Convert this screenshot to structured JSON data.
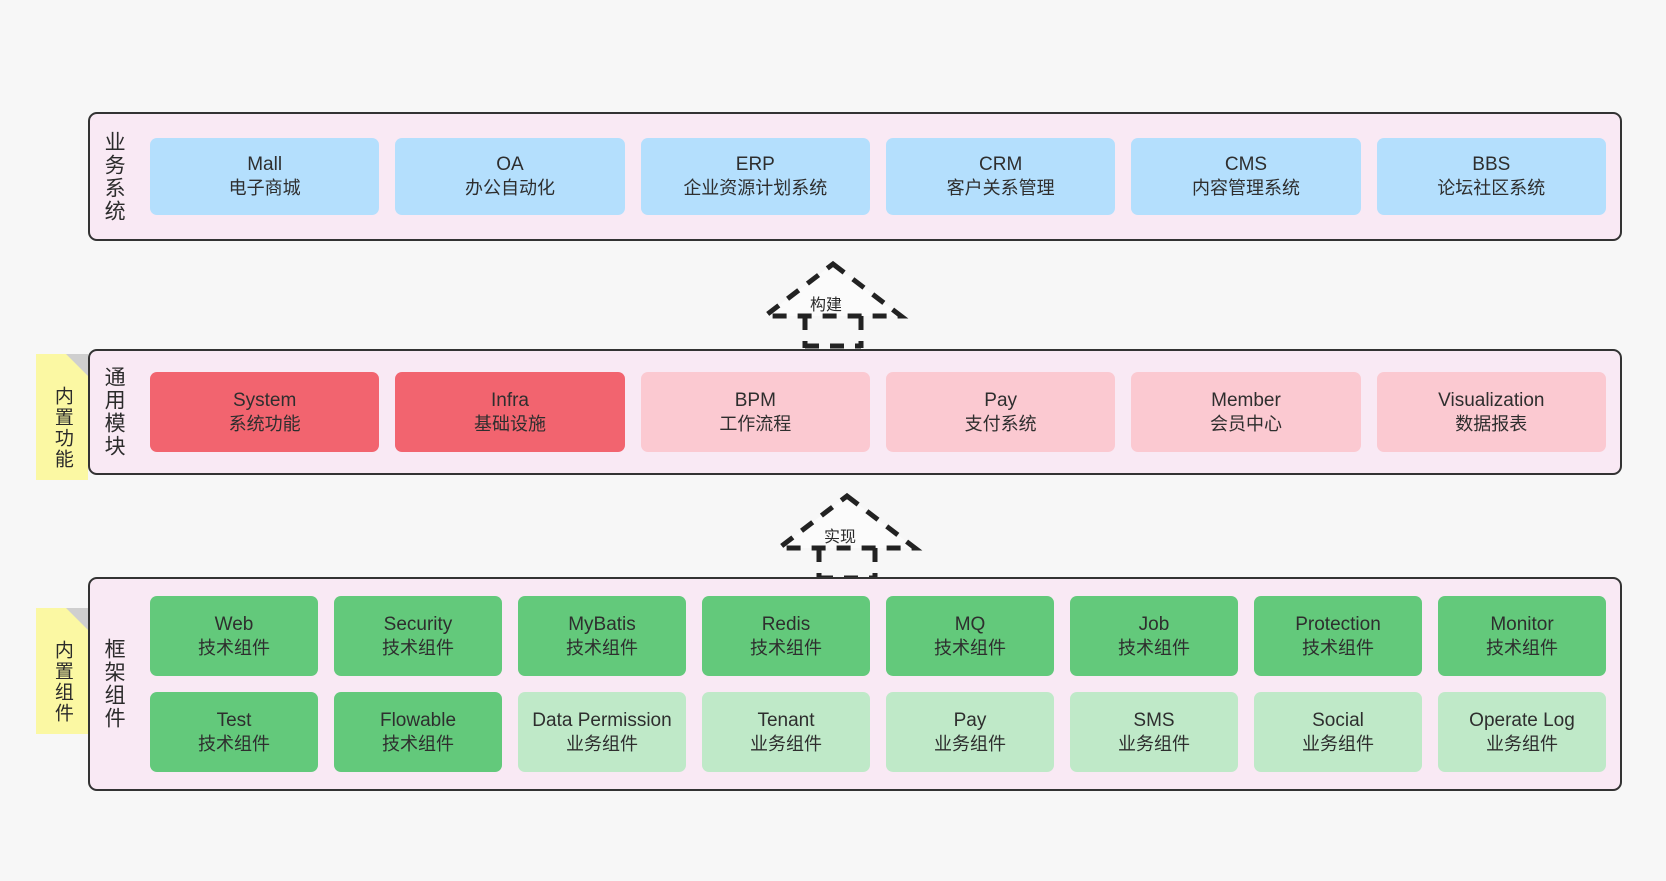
{
  "diagram": {
    "title": "",
    "background_color": "#f7f7f7",
    "container_color": "#f9e9f4",
    "container_border_color": "#333333"
  },
  "layers": [
    {
      "id": "business",
      "label": "业务系统",
      "card_color": "#b4dffd",
      "rows": [
        {
          "cards": [
            {
              "name": "Mall",
              "desc": "电子商城"
            },
            {
              "name": "OA",
              "desc": "办公自动化"
            },
            {
              "name": "ERP",
              "desc": "企业资源计划系统"
            },
            {
              "name": "CRM",
              "desc": "客户关系管理"
            },
            {
              "name": "CMS",
              "desc": "内容管理系统"
            },
            {
              "name": "BBS",
              "desc": "论坛社区系统"
            }
          ]
        }
      ]
    },
    {
      "id": "common",
      "label": "通用模块",
      "note": "内置功能",
      "card_color_primary": "#f2646f",
      "card_color_secondary": "#fbc9d1",
      "rows": [
        {
          "cards": [
            {
              "name": "System",
              "desc": "系统功能",
              "tone": "red"
            },
            {
              "name": "Infra",
              "desc": "基础设施",
              "tone": "red"
            },
            {
              "name": "BPM",
              "desc": "工作流程",
              "tone": "pink"
            },
            {
              "name": "Pay",
              "desc": "支付系统",
              "tone": "pink"
            },
            {
              "name": "Member",
              "desc": "会员中心",
              "tone": "pink"
            },
            {
              "name": "Visualization",
              "desc": "数据报表",
              "tone": "pink"
            }
          ]
        }
      ]
    },
    {
      "id": "framework",
      "label": "框架组件",
      "note": "内置组件",
      "card_color_primary": "#63c97b",
      "card_color_secondary": "#bfe9c8",
      "rows": [
        {
          "cards": [
            {
              "name": "Web",
              "desc": "技术组件",
              "tone": "green"
            },
            {
              "name": "Security",
              "desc": "技术组件",
              "tone": "green"
            },
            {
              "name": "MyBatis",
              "desc": "技术组件",
              "tone": "green"
            },
            {
              "name": "Redis",
              "desc": "技术组件",
              "tone": "green"
            },
            {
              "name": "MQ",
              "desc": "技术组件",
              "tone": "green"
            },
            {
              "name": "Job",
              "desc": "技术组件",
              "tone": "green"
            },
            {
              "name": "Protection",
              "desc": "技术组件",
              "tone": "green"
            },
            {
              "name": "Monitor",
              "desc": "技术组件",
              "tone": "green"
            }
          ]
        },
        {
          "cards": [
            {
              "name": "Test",
              "desc": "技术组件",
              "tone": "green"
            },
            {
              "name": "Flowable",
              "desc": "技术组件",
              "tone": "green"
            },
            {
              "name": "Data Permission",
              "desc": "业务组件",
              "tone": "lgreen"
            },
            {
              "name": "Tenant",
              "desc": "业务组件",
              "tone": "lgreen"
            },
            {
              "name": "Pay",
              "desc": "业务组件",
              "tone": "lgreen"
            },
            {
              "name": "SMS",
              "desc": "业务组件",
              "tone": "lgreen"
            },
            {
              "name": "Social",
              "desc": "业务组件",
              "tone": "lgreen"
            },
            {
              "name": "Operate Log",
              "desc": "业务组件",
              "tone": "lgreen"
            }
          ]
        }
      ]
    }
  ],
  "connectors": [
    {
      "id": "build",
      "label": "构建",
      "style": "dashed-generalization"
    },
    {
      "id": "impl",
      "label": "实现",
      "style": "dashed-generalization"
    }
  ]
}
